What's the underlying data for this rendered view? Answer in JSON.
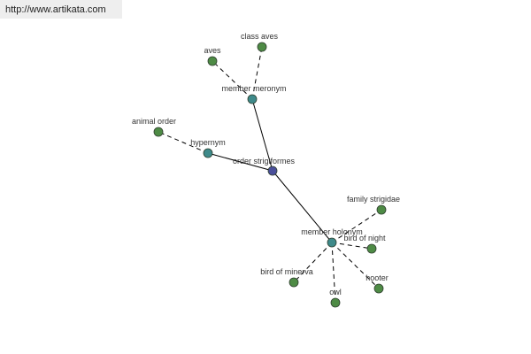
{
  "site_url": "http://www.artikata.com",
  "colors": {
    "background": "#ffffff",
    "banner_bg": "#eeeeee",
    "edge": "#000000",
    "center_node": "#4a4f9a",
    "relation_node": "#3e8a8a",
    "leaf_node": "#4e8b45",
    "node_stroke": "#2f3f2f",
    "label": "#333333"
  },
  "graph": {
    "nodes": [
      {
        "id": "order-strigiformes",
        "label": "order strigiformes",
        "kind": "center"
      },
      {
        "id": "member-meronym",
        "label": "member meronym",
        "kind": "relation"
      },
      {
        "id": "hypernym",
        "label": "hypernym",
        "kind": "relation"
      },
      {
        "id": "member-holonym",
        "label": "member holonym",
        "kind": "relation"
      },
      {
        "id": "aves",
        "label": "aves",
        "kind": "leaf"
      },
      {
        "id": "class-aves",
        "label": "class aves",
        "kind": "leaf"
      },
      {
        "id": "animal-order",
        "label": "animal order",
        "kind": "leaf"
      },
      {
        "id": "family-strigidae",
        "label": "family strigidae",
        "kind": "leaf"
      },
      {
        "id": "bird-of-night",
        "label": "bird of night",
        "kind": "leaf"
      },
      {
        "id": "hooter",
        "label": "hooter",
        "kind": "leaf"
      },
      {
        "id": "owl",
        "label": "owl",
        "kind": "leaf"
      },
      {
        "id": "bird-of-minerva",
        "label": "bird of minerva",
        "kind": "leaf"
      }
    ],
    "edges": [
      {
        "from": "order-strigiformes",
        "to": "member-meronym",
        "style": "solid"
      },
      {
        "from": "order-strigiformes",
        "to": "hypernym",
        "style": "solid"
      },
      {
        "from": "order-strigiformes",
        "to": "member-holonym",
        "style": "solid"
      },
      {
        "from": "member-meronym",
        "to": "aves",
        "style": "dashed"
      },
      {
        "from": "member-meronym",
        "to": "class-aves",
        "style": "dashed"
      },
      {
        "from": "hypernym",
        "to": "animal-order",
        "style": "dashed"
      },
      {
        "from": "member-holonym",
        "to": "family-strigidae",
        "style": "dashed"
      },
      {
        "from": "member-holonym",
        "to": "bird-of-night",
        "style": "dashed"
      },
      {
        "from": "member-holonym",
        "to": "hooter",
        "style": "dashed"
      },
      {
        "from": "member-holonym",
        "to": "owl",
        "style": "dashed"
      },
      {
        "from": "member-holonym",
        "to": "bird-of-minerva",
        "style": "dashed"
      }
    ]
  }
}
